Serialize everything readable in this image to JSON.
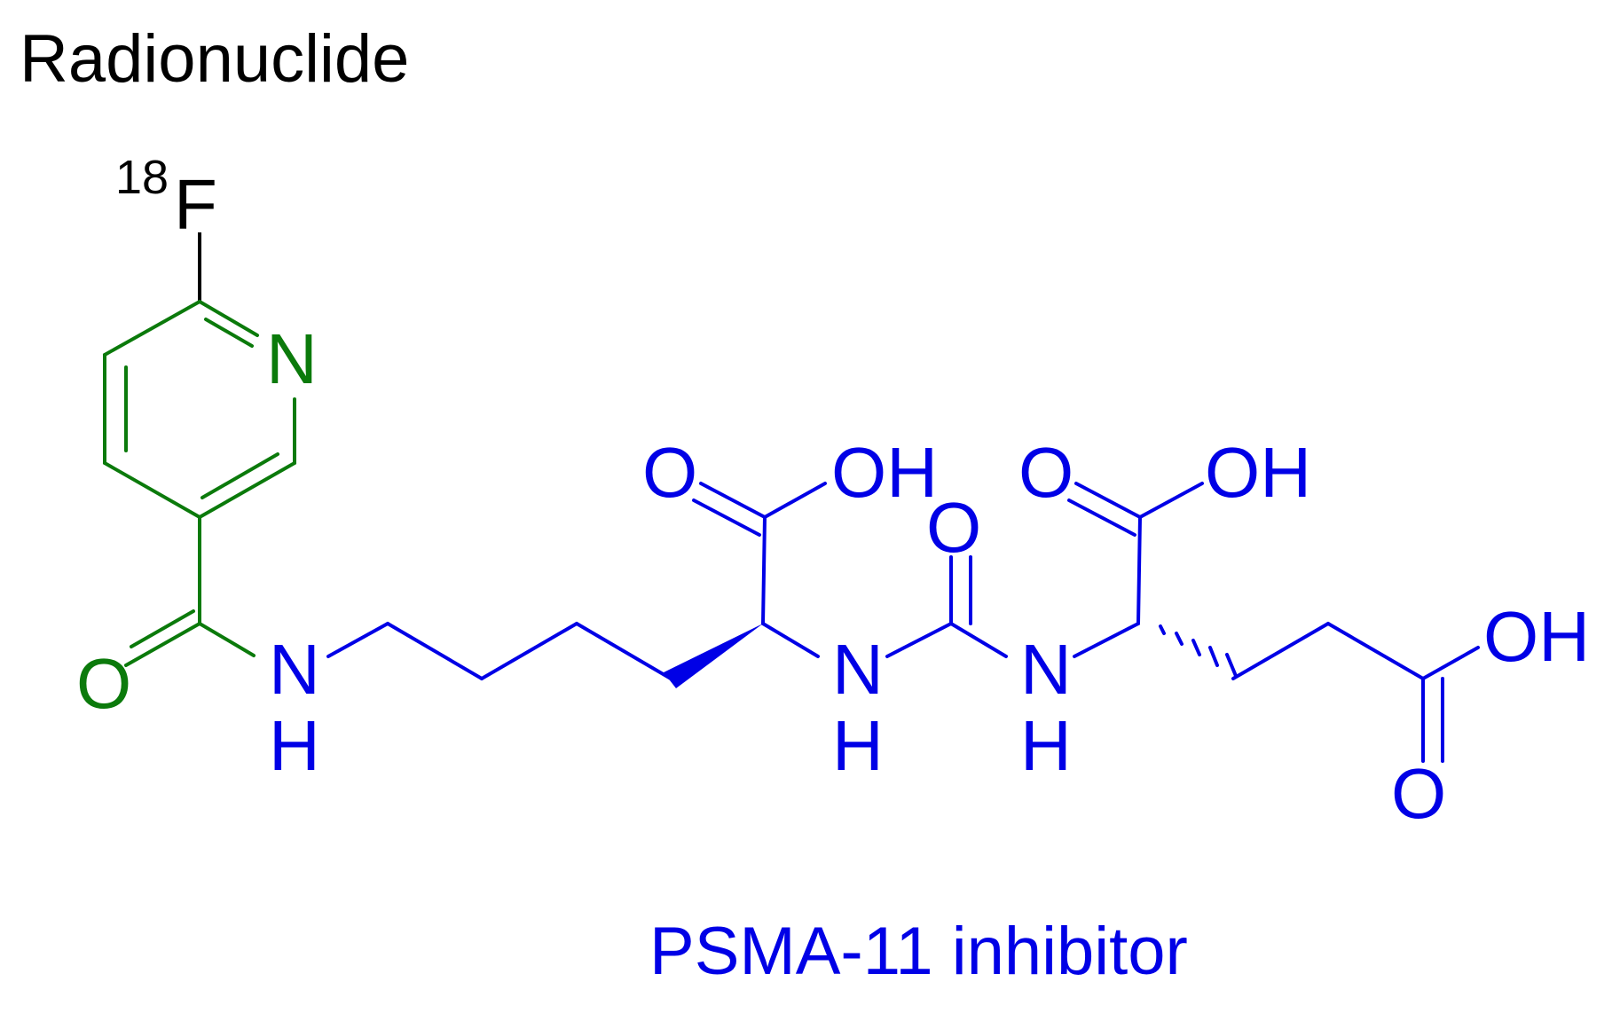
{
  "labels": {
    "radionuclide": "Radionuclide",
    "inhibitor": "PSMA-11 inhibitor"
  },
  "atoms": {
    "isotope_mass": "18",
    "fluorine": "F",
    "pyridine_n": "N",
    "amide_o": "O",
    "amide_n": "N",
    "amide_h": "H",
    "lys_acid_o": "O",
    "lys_acid_oh": "OH",
    "urea_o": "O",
    "urea_n1": "N",
    "urea_h1": "H",
    "urea_n2": "N",
    "urea_h2": "H",
    "glu_acid_o": "O",
    "glu_acid_oh": "OH",
    "side_acid_oh": "OH",
    "side_acid_o": "O"
  },
  "colors": {
    "radionuclide": "#000000",
    "linker": "#0b7a0b",
    "inhibitor": "#0000e6"
  }
}
